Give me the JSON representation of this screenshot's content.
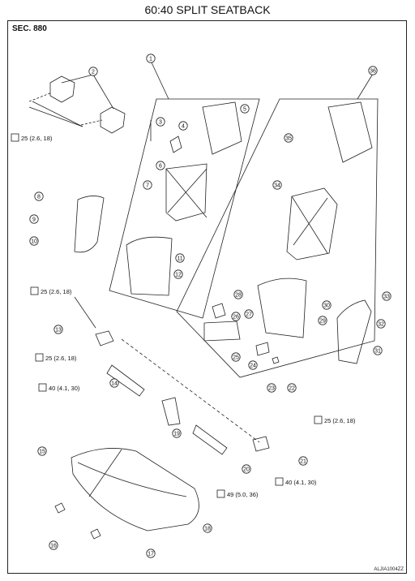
{
  "title": "60:40 SPLIT SEATBACK",
  "section": "SEC. 880",
  "figure_code": "ALJIA1004ZZ",
  "callouts": [
    "1",
    "2",
    "3",
    "4",
    "5",
    "6",
    "7",
    "8",
    "9",
    "10",
    "11",
    "12",
    "13",
    "14",
    "15",
    "16",
    "17",
    "18",
    "19",
    "20",
    "21",
    "22",
    "23",
    "24",
    "25",
    "26",
    "27",
    "28",
    "29",
    "30",
    "31",
    "32",
    "33",
    "34",
    "35",
    "36"
  ],
  "torques": [
    "25 (2.6, 18)",
    "25 (2.6, 18)",
    "25 (2.6, 18)",
    "40 (4.1, 30)",
    "25 (2.6, 18)",
    "40 (4.1, 30)",
    "49 (5.0, 36)"
  ]
}
